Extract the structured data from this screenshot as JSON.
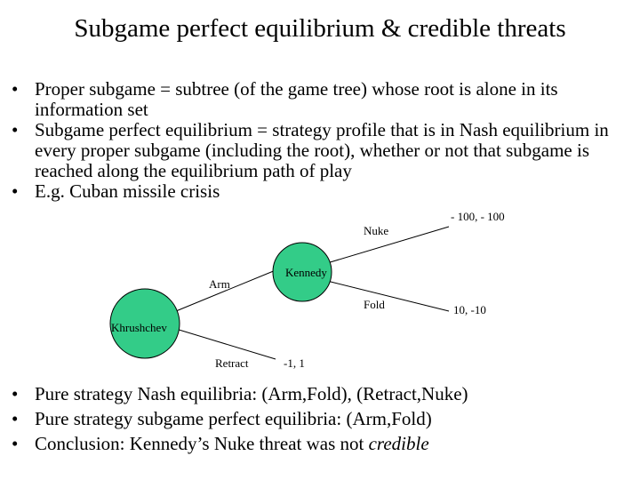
{
  "slide": {
    "title": "Subgame perfect equilibrium & credible threats",
    "bullets_top": [
      {
        "text": "Proper subgame = subtree (of the game tree) whose root is alone in its information set"
      },
      {
        "text": "Subgame perfect equilibrium = strategy profile that is in Nash equilibrium in every proper subgame (including the root), whether or not that subgame is reached along the equilibrium path of play"
      },
      {
        "text": "E.g. Cuban missile crisis"
      }
    ],
    "bullets_bottom": [
      {
        "text": "Pure strategy Nash equilibria: (Arm,Fold), (Retract,Nuke)"
      },
      {
        "text": "Pure strategy subgame perfect equilibria: (Arm,Fold)"
      },
      {
        "text_before": "Conclusion: Kennedy’s Nuke threat was not ",
        "text_italic": "credible"
      }
    ],
    "bullet_char": "•"
  },
  "game_tree": {
    "node_color": "#33cc88",
    "nodes": {
      "khrushchev": "Khrushchev",
      "kennedy": "Kennedy"
    },
    "actions": {
      "arm": "Arm",
      "retract": "Retract",
      "nuke": "Nuke",
      "fold": "Fold"
    },
    "payoffs": {
      "nuke": "- 100, - 100",
      "fold": "10, -10",
      "retract": "-1, 1"
    }
  }
}
